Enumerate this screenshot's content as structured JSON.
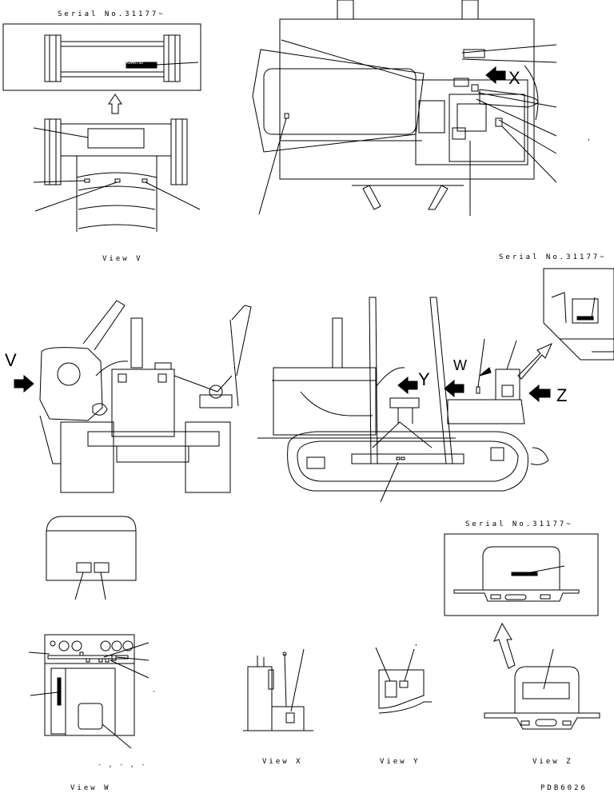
{
  "serial_notes": [
    "Serial No.31177~",
    "Serial No.31177~",
    "Serial No.31177~"
  ],
  "views": {
    "v": "View V",
    "w": "View W",
    "x": "View X",
    "y": "View Y",
    "z": "View Z"
  },
  "view_letters": {
    "v": "V",
    "w": "W",
    "x": "X",
    "y": "Y",
    "z": "Z"
  },
  "plate_text": "KOMATSU",
  "drawing_number": "PDB6026",
  "marks": {
    "comma": ",",
    "dashes": "- , - , -",
    "dash": "-"
  }
}
